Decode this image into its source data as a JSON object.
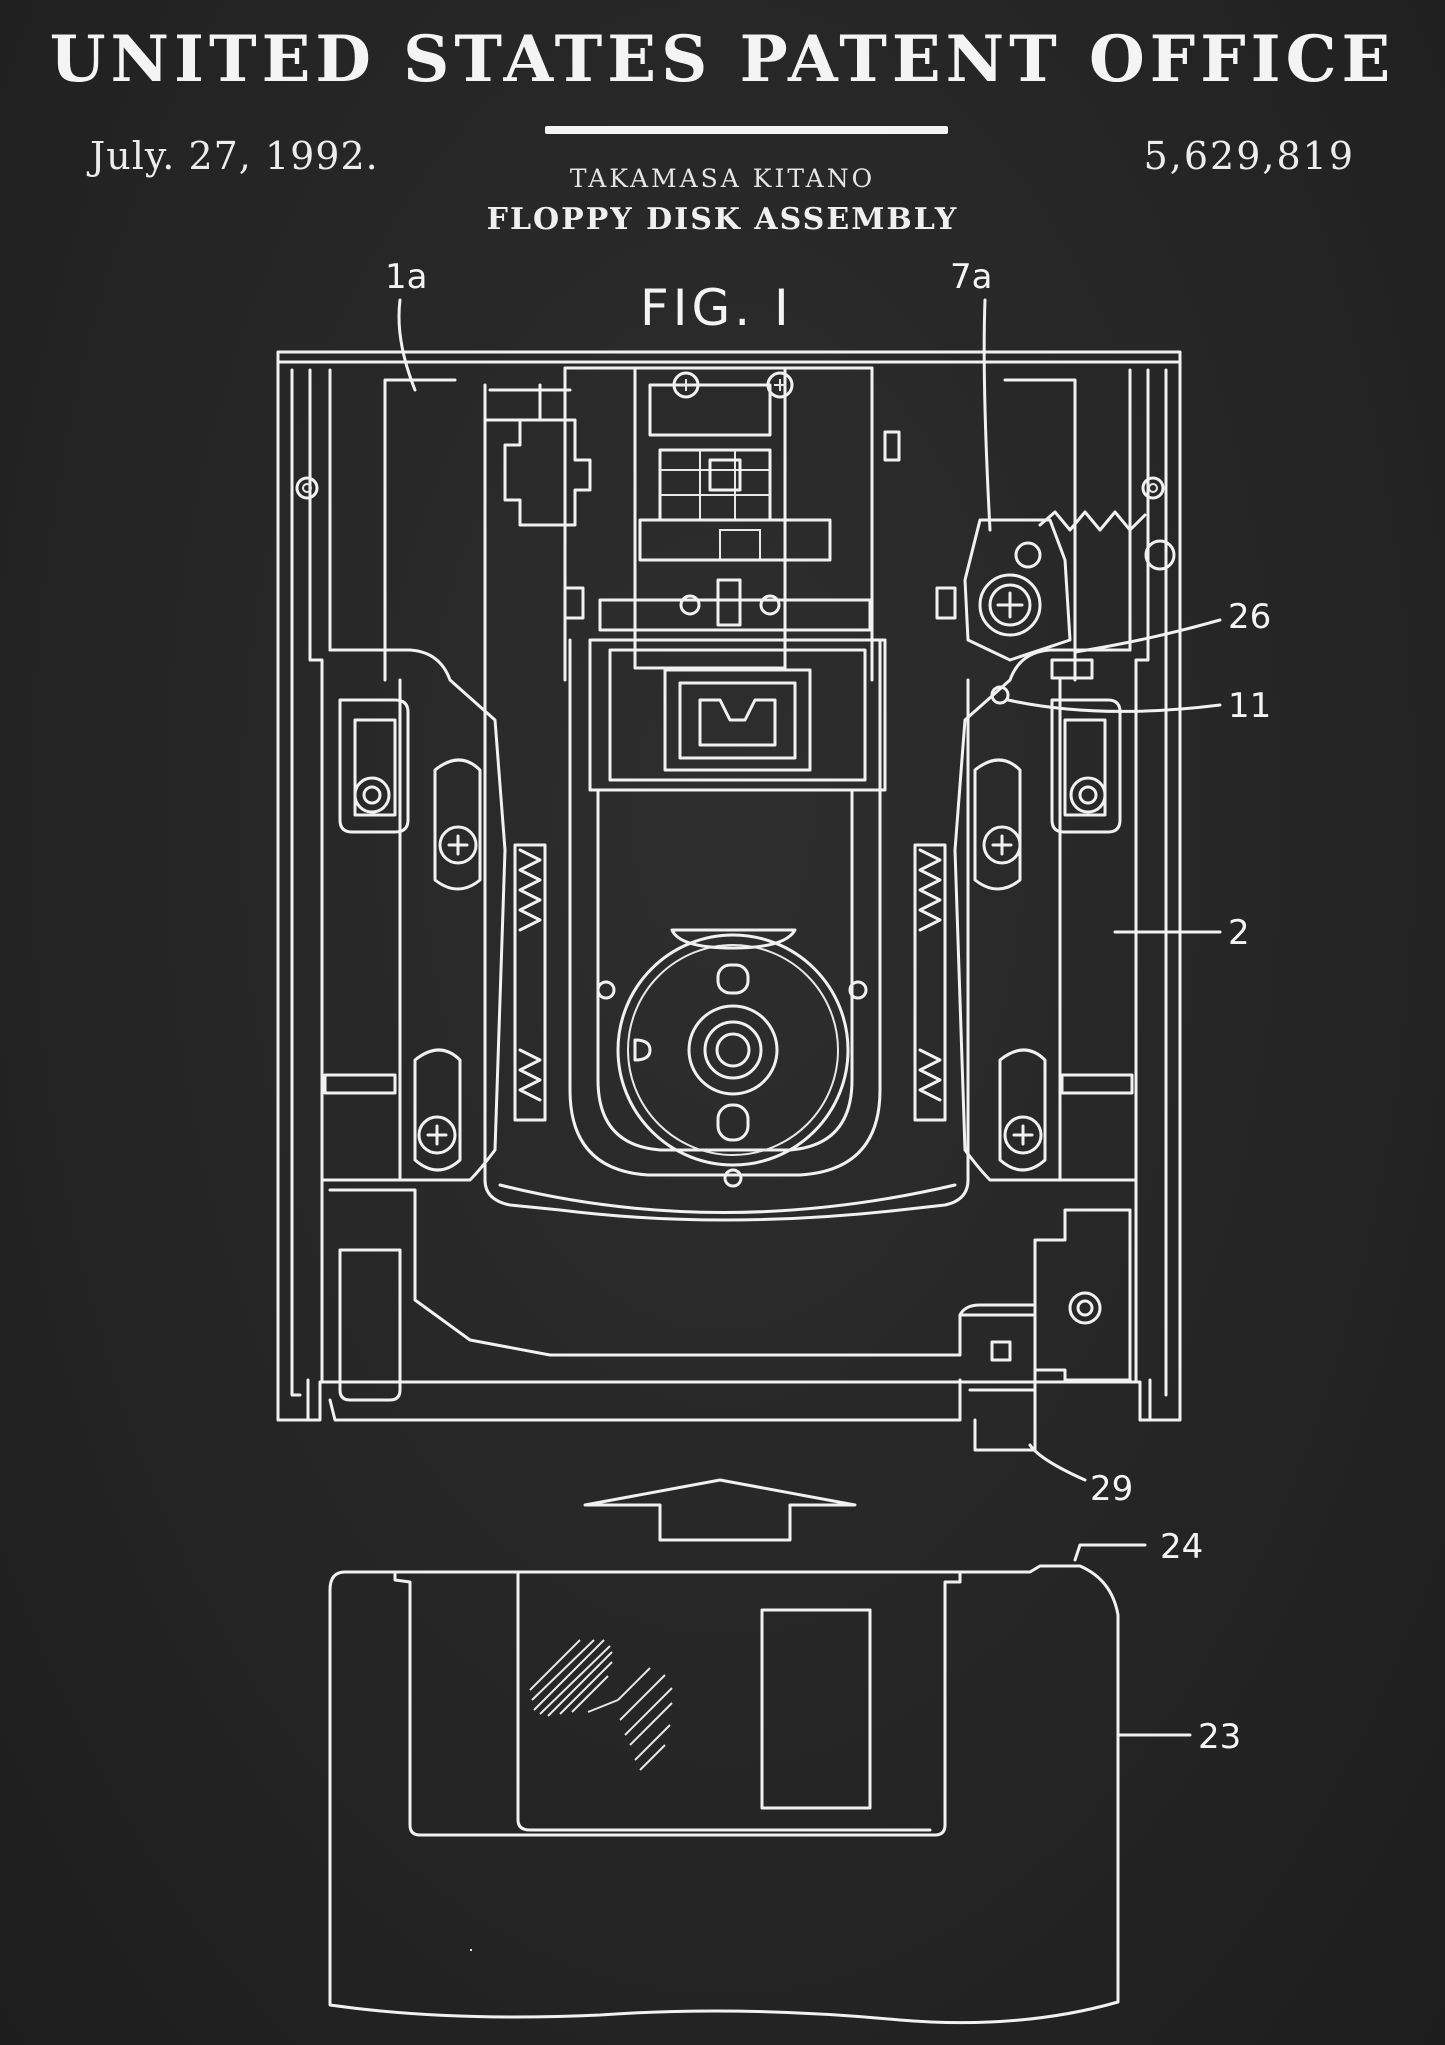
{
  "header": {
    "office": "UNITED STATES PATENT OFFICE",
    "date": "July. 27, 1992.",
    "patent_number": "5,629,819",
    "inventor": "TAKAMASA KITANO",
    "title": "FLOPPY DISK ASSEMBLY"
  },
  "figure": {
    "label": "FIG. I",
    "callouts": {
      "c1a": "1a",
      "c7a": "7a",
      "c26": "26",
      "c11": "11",
      "c2": "2",
      "c29": "29",
      "c24": "24",
      "c23": "23"
    }
  },
  "colors": {
    "background": "#262626",
    "line": "#f1f1f1"
  }
}
